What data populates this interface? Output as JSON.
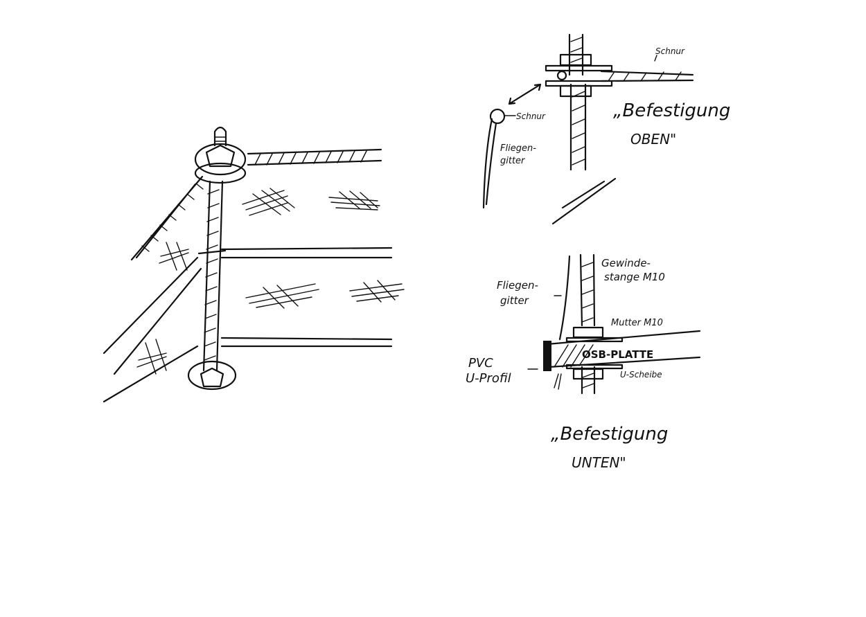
{
  "top_detail": {
    "cord_label_right": "Schnur",
    "cord_label_left": "Schnur",
    "screen_label": "Fliegen-\ngitter",
    "title_line1": "„Befestigung",
    "title_line2": "OBEN\""
  },
  "bottom_detail": {
    "rod_label_1": "Gewinde-",
    "rod_label_2": "stange M10",
    "screen_label_1": "Fliegen-",
    "screen_label_2": "gitter",
    "nut_label": "Mutter M10",
    "board_label": "OSB-PLATTE",
    "washer_label": "U-Scheibe",
    "profile_label_1": "PVC",
    "profile_label_2": "U-Profil",
    "title_line1": "„Befestigung",
    "title_line2": "UNTEN\""
  }
}
